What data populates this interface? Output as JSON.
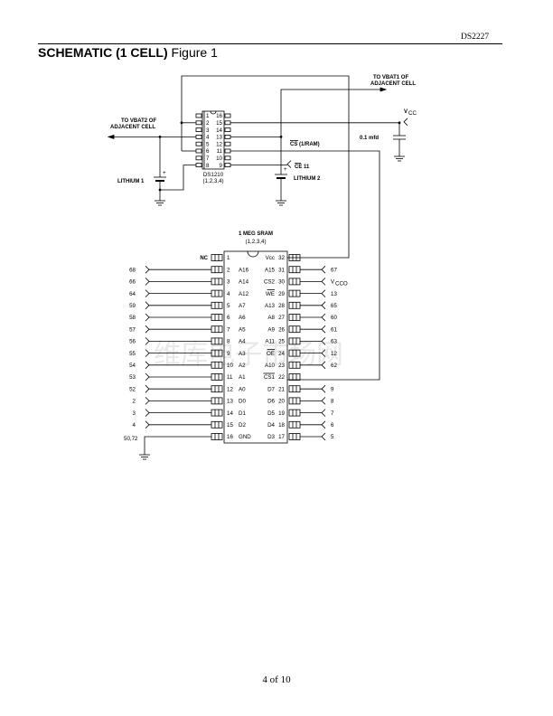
{
  "header": {
    "doc_id": "DS2227"
  },
  "title": {
    "bold": "SCHEMATIC (1 CELL)",
    "normal": " Figure 1"
  },
  "footer": {
    "page": "4 of  10"
  },
  "watermark": "维库电子市场网",
  "top_circuit": {
    "ic_name": "DS1210",
    "ic_sub": "(1,2,3,4)",
    "left_pins": [
      "1",
      "2",
      "3",
      "4",
      "5",
      "6",
      "7",
      "8"
    ],
    "right_pins": [
      "16",
      "15",
      "14",
      "13",
      "12",
      "11",
      "10",
      "9"
    ],
    "vbat2_label": [
      "TO VBAT2 OF",
      "ADJACENT CELL"
    ],
    "vbat1_label": [
      "TO VBAT1 OF",
      "ADJACENT CELL"
    ],
    "vcc_label": "V",
    "vcc_sub": "CC",
    "cap_label": "0.1 mfd",
    "cs_label": "CS (1/RAM)",
    "ce_label": "CE 11",
    "lithium1": "LITHIUM 1",
    "lithium2": "LITHIUM 2",
    "plus": "+"
  },
  "sram": {
    "name": "1 MEG SRAM",
    "sub": "(1,2,3,4)",
    "nc_label": "NC",
    "gnd_net": "50,72",
    "left_pins": [
      {
        "num": "1",
        "name": "",
        "net": "NC"
      },
      {
        "num": "2",
        "name": "A16",
        "net": "68"
      },
      {
        "num": "3",
        "name": "A14",
        "net": "66"
      },
      {
        "num": "4",
        "name": "A12",
        "net": "64"
      },
      {
        "num": "5",
        "name": "A7",
        "net": "59"
      },
      {
        "num": "6",
        "name": "A6",
        "net": "58"
      },
      {
        "num": "7",
        "name": "A5",
        "net": "57"
      },
      {
        "num": "8",
        "name": "A4",
        "net": "56"
      },
      {
        "num": "9",
        "name": "A3",
        "net": "55"
      },
      {
        "num": "10",
        "name": "A2",
        "net": "54"
      },
      {
        "num": "11",
        "name": "A1",
        "net": "53"
      },
      {
        "num": "12",
        "name": "A0",
        "net": "52"
      },
      {
        "num": "13",
        "name": "D0",
        "net": "2"
      },
      {
        "num": "14",
        "name": "D1",
        "net": "3"
      },
      {
        "num": "15",
        "name": "D2",
        "net": "4"
      },
      {
        "num": "16",
        "name": "GND",
        "net": "50,72"
      }
    ],
    "right_pins": [
      {
        "num": "32",
        "name": "Vcc",
        "net": ""
      },
      {
        "num": "31",
        "name": "A15",
        "net": "67"
      },
      {
        "num": "30",
        "name": "CS2",
        "net": "VCCO"
      },
      {
        "num": "29",
        "name": "WE",
        "net": "13",
        "bar": true
      },
      {
        "num": "28",
        "name": "A13",
        "net": "65"
      },
      {
        "num": "27",
        "name": "A8",
        "net": "60"
      },
      {
        "num": "26",
        "name": "A9",
        "net": "61"
      },
      {
        "num": "25",
        "name": "A11",
        "net": "63"
      },
      {
        "num": "24",
        "name": "OE",
        "net": "12",
        "bar": true
      },
      {
        "num": "23",
        "name": "A10",
        "net": "62"
      },
      {
        "num": "22",
        "name": "CS1",
        "net": "",
        "bar": true
      },
      {
        "num": "21",
        "name": "D7",
        "net": "9"
      },
      {
        "num": "20",
        "name": "D6",
        "net": "8"
      },
      {
        "num": "19",
        "name": "D5",
        "net": "7"
      },
      {
        "num": "18",
        "name": "D4",
        "net": "6"
      },
      {
        "num": "17",
        "name": "D3",
        "net": "5"
      }
    ]
  }
}
